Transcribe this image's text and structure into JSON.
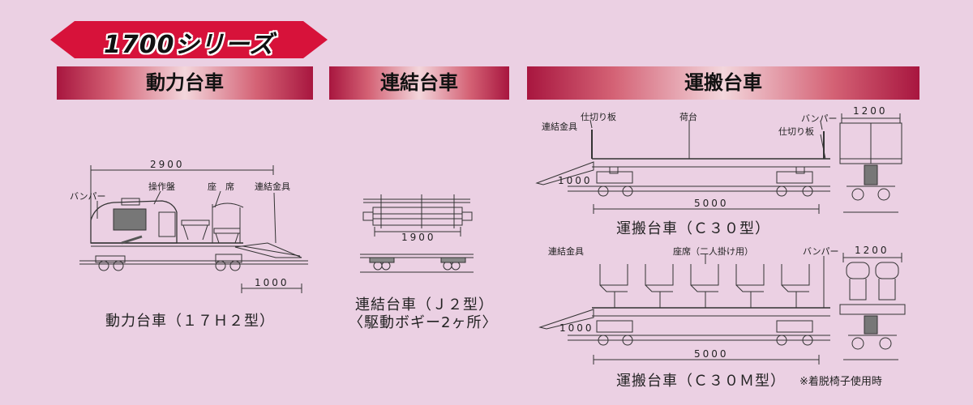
{
  "series": {
    "title": "1700シリーズ"
  },
  "sections": [
    {
      "label": "動力台車"
    },
    {
      "label": "連結台車"
    },
    {
      "label": "運搬台車"
    }
  ],
  "power_car": {
    "caption": "動力台車（１７Ｈ２型）",
    "labels": {
      "bumper": "バンパー",
      "control_panel": "操作盤",
      "seat": "座　席",
      "coupler": "連結金具"
    },
    "dims": {
      "length": "2900",
      "coupler_length": "1000"
    }
  },
  "coupling_car": {
    "caption_line1": "連結台車（Ｊ２型）",
    "caption_line2": "〈駆動ボギー2ヶ所〉",
    "dims": {
      "length": "1900"
    }
  },
  "c30": {
    "caption": "運搬台車（Ｃ３０型）",
    "labels": {
      "coupler": "連結金具",
      "partition_left": "仕切り板",
      "deck": "荷台",
      "bumper": "バンパー",
      "partition_right": "仕切り板"
    },
    "dims": {
      "width": "1200",
      "length": "5000",
      "coupler_length": "1000"
    }
  },
  "c30m": {
    "caption": "運搬台車（Ｃ３０Ｍ型）",
    "note": "※着脱椅子使用時",
    "labels": {
      "coupler": "連結金具",
      "seat": "座席（二人掛け用）",
      "bumper": "バンパー"
    },
    "dims": {
      "width": "1200",
      "length": "5000",
      "coupler_length": "1000"
    }
  }
}
